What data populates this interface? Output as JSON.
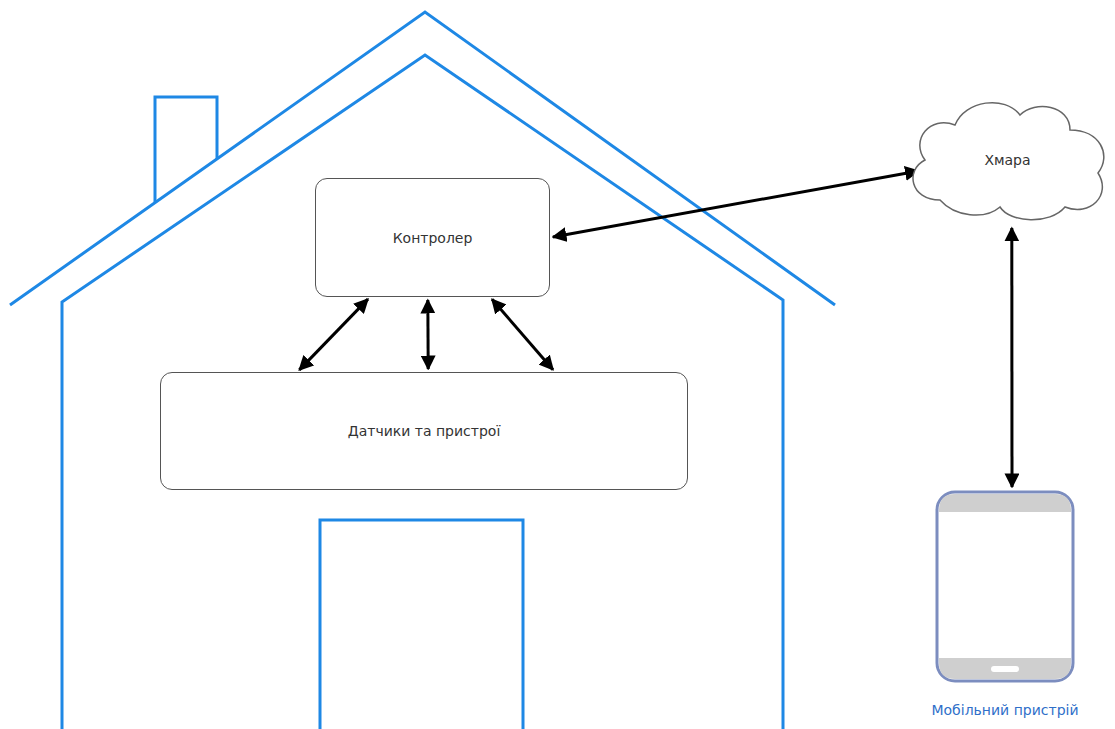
{
  "diagram": {
    "nodes": [
      {
        "text": [
          "Контролер"
        ]
      },
      {
        "text": [
          "Хмара"
        ]
      },
      {
        "text": [
          "Датчики та пристрої"
        ]
      },
      {
        "text": [
          "Мобільний пристрій"
        ]
      }
    ],
    "edges": [
      {
        "from": 0,
        "to": 1,
        "arrow": "both"
      },
      {
        "from": 0,
        "to": 2,
        "arrow": "both"
      },
      {
        "from": 0,
        "to": 2,
        "arrow": "both"
      },
      {
        "from": 0,
        "to": 2,
        "arrow": "both"
      },
      {
        "from": 1,
        "to": 3,
        "arrow": "both"
      }
    ]
  }
}
